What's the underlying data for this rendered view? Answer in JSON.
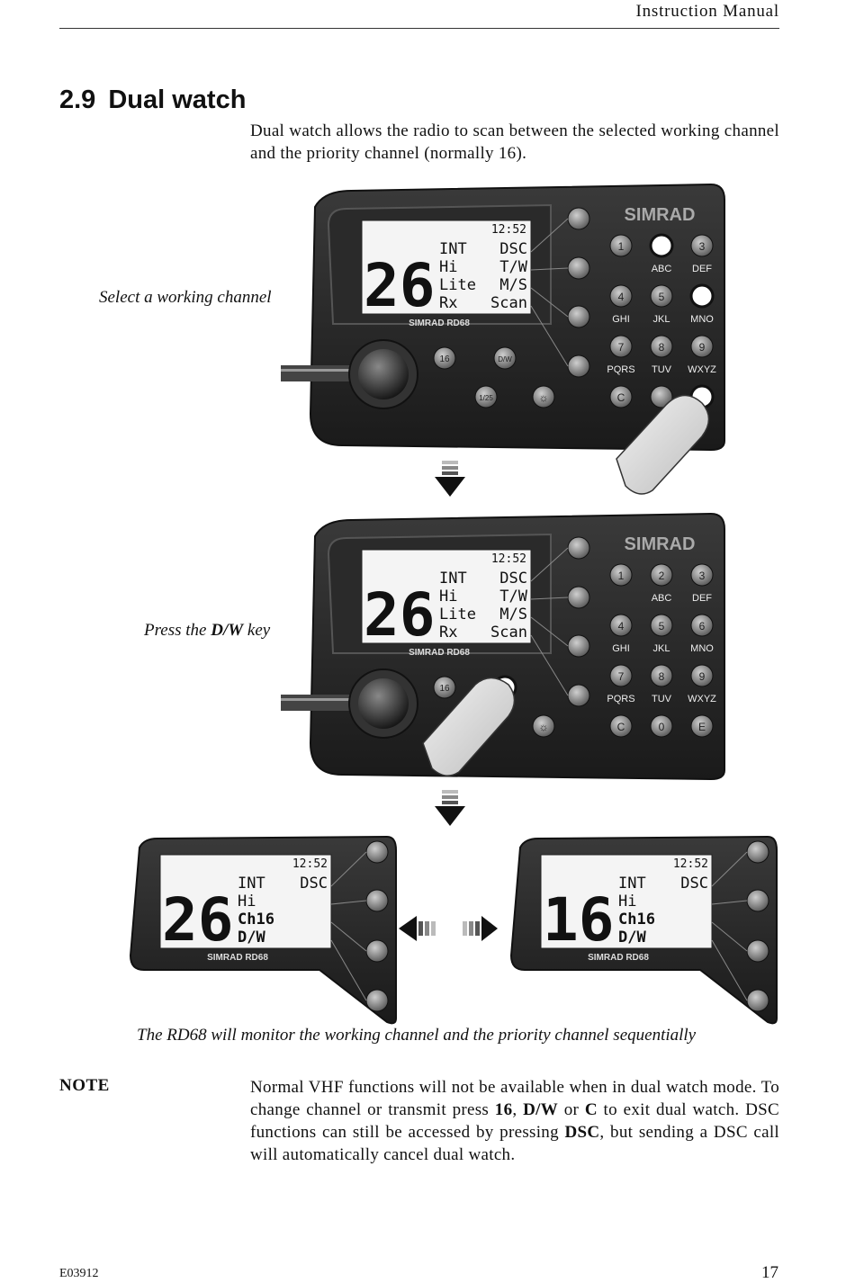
{
  "header": {
    "title": "Instruction Manual"
  },
  "section": {
    "number": "2.9",
    "title": "Dual watch"
  },
  "intro": "Dual watch allows the radio to scan between the selected working channel and the priority channel (normally 16).",
  "radio": {
    "brand": "SIMRAD",
    "model_label": "SIMRAD RD68",
    "lcd": {
      "time": "12:52",
      "channel": "26",
      "mode_left": [
        "INT",
        "Hi",
        "Lite",
        "Rx"
      ],
      "mode_right": [
        "DSC",
        "T/W",
        "M/S",
        "Scan"
      ]
    },
    "keys": {
      "ch16": "16",
      "dw": "D/W",
      "power": "1/25",
      "keypad": [
        {
          "digit": "1",
          "letters": ""
        },
        {
          "digit": "2",
          "letters": "ABC"
        },
        {
          "digit": "3",
          "letters": "DEF"
        },
        {
          "digit": "4",
          "letters": "GHI"
        },
        {
          "digit": "5",
          "letters": "JKL"
        },
        {
          "digit": "6",
          "letters": "MNO"
        },
        {
          "digit": "7",
          "letters": "PQRS"
        },
        {
          "digit": "8",
          "letters": "TUV"
        },
        {
          "digit": "9",
          "letters": "WXYZ"
        },
        {
          "digit": "C",
          "letters": ""
        },
        {
          "digit": "0",
          "letters": ""
        },
        {
          "digit": "E",
          "letters": ""
        }
      ]
    }
  },
  "dual_displays": [
    {
      "time": "12:52",
      "channel": "26",
      "lines_left": [
        "INT",
        "Hi",
        "Ch16",
        "D/W"
      ],
      "right": "DSC"
    },
    {
      "time": "12:52",
      "channel": "16",
      "lines_left": [
        "INT",
        "Hi",
        "Ch16",
        "D/W"
      ],
      "right": "DSC"
    }
  ],
  "captions": {
    "step1": "Select a working channel",
    "step2_prefix": "Press the ",
    "step2_key": "D/W",
    "step2_suffix": " key",
    "step3": "The RD68 will monitor the working channel and the priority channel sequentially"
  },
  "note": {
    "label": "NOTE",
    "t1": "Normal VHF functions will not be available when in dual watch mode.  To change channel or transmit press ",
    "k1": "16",
    "t2": ", ",
    "k2": "D/W",
    "t3": " or ",
    "k3": "C",
    "t4": " to exit dual watch.  DSC functions can still be accessed by pressing ",
    "k4": "DSC",
    "t5": ", but sending a DSC call will automatically cancel dual watch."
  },
  "footer": {
    "code": "E03912",
    "page": "17"
  }
}
